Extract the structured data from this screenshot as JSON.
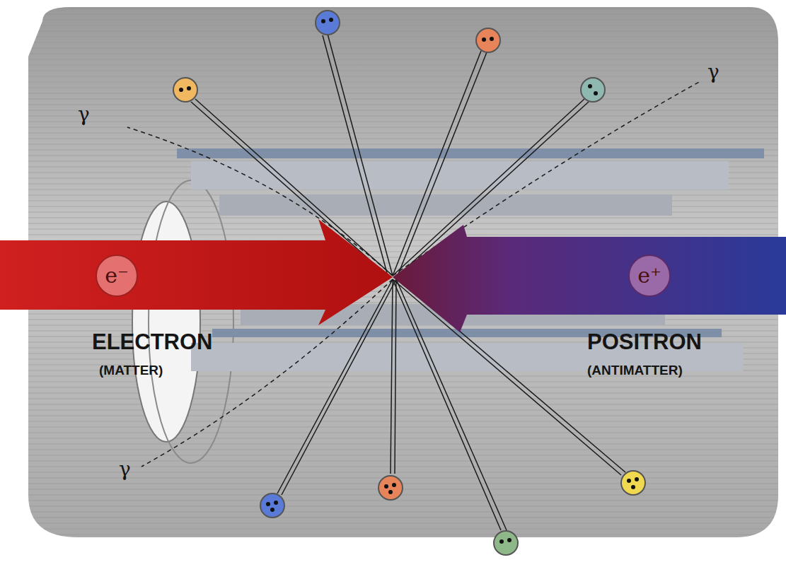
{
  "diagram": {
    "nodes": [
      {
        "text": [
          "e⁻"
        ]
      },
      {
        "text": [
          "e⁺"
        ]
      }
    ],
    "labels": [
      "ELECTRON",
      "(MATTER)",
      "POSITRON",
      "(ANTIMATTER)",
      "γ",
      "γ",
      "γ"
    ]
  }
}
